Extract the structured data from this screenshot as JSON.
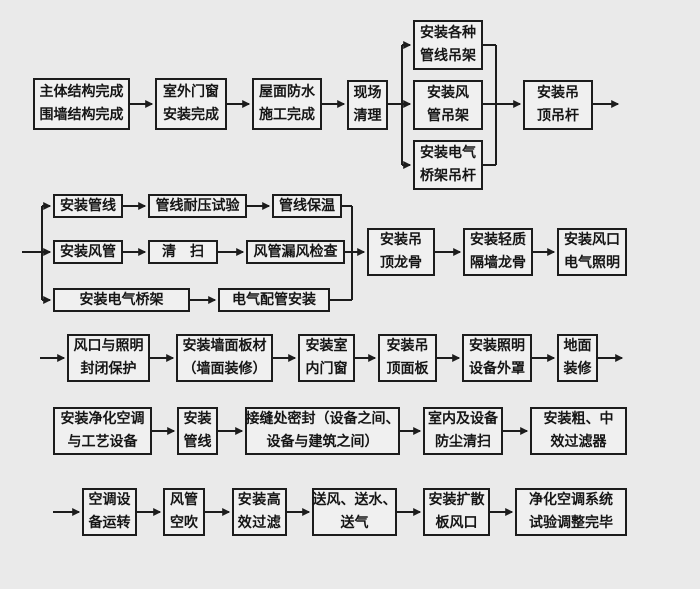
{
  "colors": {
    "bg": "#eaeaea",
    "boxfill": "#f0f0f0",
    "line": "#1c1c1c",
    "text": "#151515"
  },
  "nodes": {
    "structure_done": {
      "lines": [
        "主体结构完成",
        "围墙结构完成"
      ]
    },
    "ext_windows": {
      "lines": [
        "室外门窗",
        "安装完成"
      ]
    },
    "roof_waterproof": {
      "lines": [
        "屋面防水",
        "施工完成"
      ]
    },
    "site_clean": {
      "lines": [
        "现场",
        "清理"
      ]
    },
    "various_hangers": {
      "lines": [
        "安装各种",
        "管线吊架"
      ]
    },
    "duct_hangers": {
      "lines": [
        "安装风",
        "管吊架"
      ]
    },
    "tray_rods": {
      "lines": [
        "安装电气",
        "桥架吊杆"
      ]
    },
    "ceiling_rods": {
      "lines": [
        "安装吊",
        "顶吊杆"
      ]
    },
    "pipes_install": {
      "lines": [
        "安装管线"
      ]
    },
    "pipe_pressure_test": {
      "lines": [
        "管线耐压试验"
      ]
    },
    "pipe_insulation": {
      "lines": [
        "管线保温"
      ]
    },
    "ducts_install": {
      "lines": [
        "安装风管"
      ]
    },
    "sweep": {
      "lines": [
        "清　扫"
      ]
    },
    "duct_leak_check": {
      "lines": [
        "风管漏风检查"
      ]
    },
    "cable_tray_install": {
      "lines": [
        "安装电气桥架"
      ]
    },
    "conduit_install": {
      "lines": [
        "电气配管安装"
      ]
    },
    "ceiling_keel": {
      "lines": [
        "安装吊",
        "顶龙骨"
      ]
    },
    "partition_keel": {
      "lines": [
        "安装轻质",
        "隔墙龙骨"
      ]
    },
    "outlets_lighting": {
      "lines": [
        "安装风口",
        "电气照明"
      ]
    },
    "protect_outlets": {
      "lines": [
        "风口与照明",
        "封闭保护"
      ]
    },
    "wall_panels": {
      "lines": [
        "安装墙面板材",
        "（墙面装修）"
      ]
    },
    "interior_windows": {
      "lines": [
        "安装室",
        "内门窗"
      ]
    },
    "ceiling_panels": {
      "lines": [
        "安装吊",
        "顶面板"
      ]
    },
    "lamp_covers": {
      "lines": [
        "安装照明",
        "设备外罩"
      ]
    },
    "floor_finish": {
      "lines": [
        "地面",
        "装修"
      ]
    },
    "clean_ac_equipment": {
      "lines": [
        "安装净化空调",
        "与工艺设备"
      ]
    },
    "piping": {
      "lines": [
        "安装",
        "管线"
      ]
    },
    "seam_seal": {
      "lines": [
        "接缝处密封（设备之间、",
        "设备与建筑之间）"
      ]
    },
    "dust_clean": {
      "lines": [
        "室内及设备",
        "防尘清扫"
      ]
    },
    "coarse_filters": {
      "lines": [
        "安装粗、中",
        "效过滤器"
      ]
    },
    "ac_run": {
      "lines": [
        "空调设",
        "备运转"
      ]
    },
    "duct_blow": {
      "lines": [
        "风管",
        "空吹"
      ]
    },
    "hepa_filter": {
      "lines": [
        "安装高",
        "效过滤"
      ]
    },
    "supply_awg": {
      "lines": [
        "送风、送水、",
        "送气"
      ]
    },
    "diffuser": {
      "lines": [
        "安装扩散",
        "板风口"
      ]
    },
    "test_complete": {
      "lines": [
        "净化空调系统",
        "试验调整完毕"
      ]
    }
  }
}
